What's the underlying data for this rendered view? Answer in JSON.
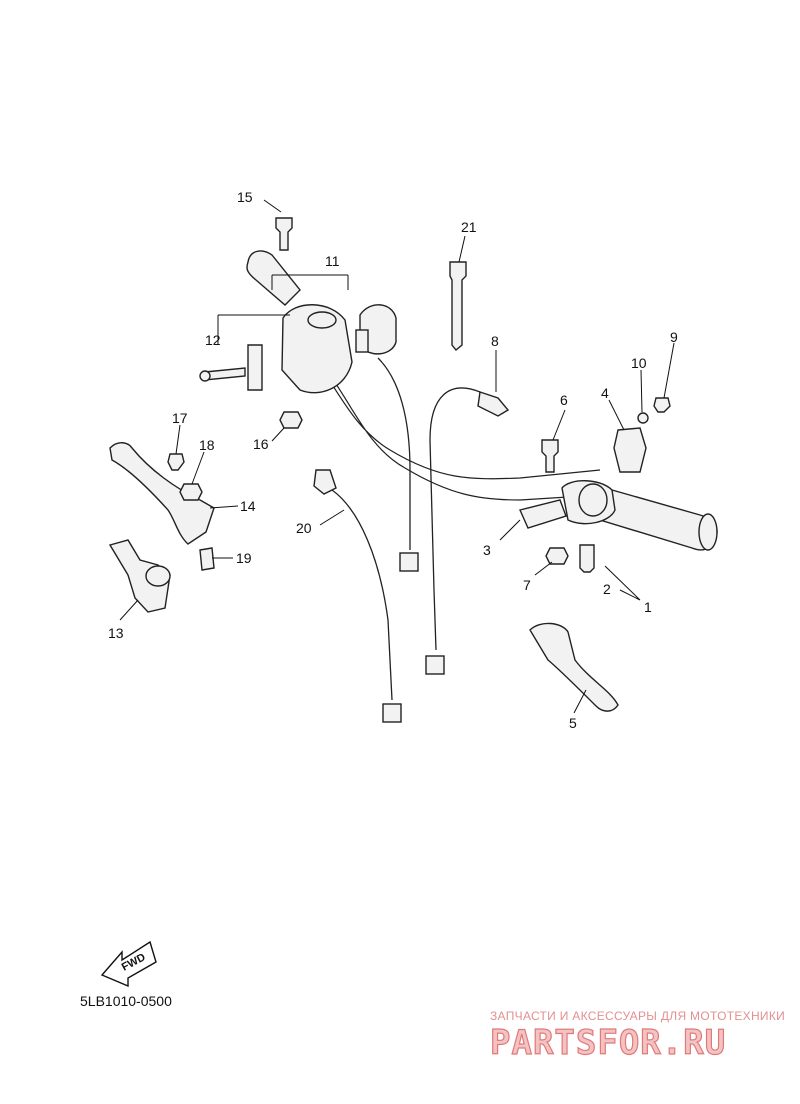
{
  "diagram_code": "5LB1010-0500",
  "callouts": [
    "1",
    "2",
    "3",
    "4",
    "5",
    "6",
    "7",
    "8",
    "9",
    "10",
    "11",
    "12",
    "13",
    "14",
    "15",
    "16",
    "17",
    "18",
    "19",
    "20",
    "21"
  ],
  "fwd_label": "FWD",
  "watermark": {
    "tagline": "ЗАПЧАСТИ И АКСЕССУАРЫ ДЛЯ МОТОТЕХНИКИ",
    "logo": "PARTSFOR.RU"
  }
}
